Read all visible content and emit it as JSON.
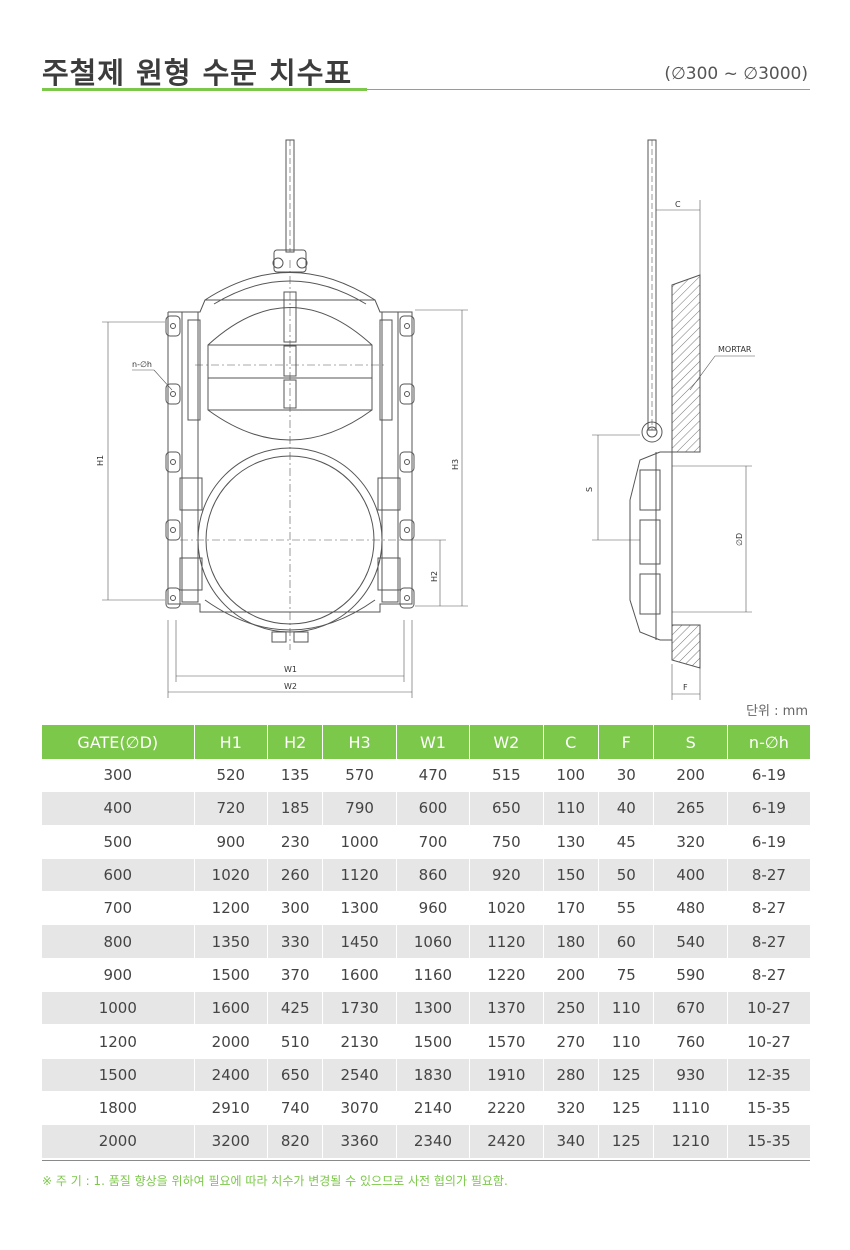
{
  "header": {
    "title": "주철제 원형 수문 치수표",
    "range": "(∅300 ~ ∅3000)"
  },
  "drawing": {
    "front_labels": {
      "nh": "n-∅h",
      "h1": "H1",
      "h2": "H2",
      "h3": "H3",
      "w1": "W1",
      "w2": "W2"
    },
    "side_labels": {
      "c": "C",
      "mortar": "MORTAR",
      "s": "S",
      "d": "∅D",
      "f": "F"
    }
  },
  "unit_label": "단위 : mm",
  "table": {
    "headers": [
      "GATE(∅D)",
      "H1",
      "H2",
      "H3",
      "W1",
      "W2",
      "C",
      "F",
      "S",
      "n-∅h"
    ],
    "rows": [
      [
        "300",
        "520",
        "135",
        "570",
        "470",
        "515",
        "100",
        "30",
        "200",
        "6-19"
      ],
      [
        "400",
        "720",
        "185",
        "790",
        "600",
        "650",
        "110",
        "40",
        "265",
        "6-19"
      ],
      [
        "500",
        "900",
        "230",
        "1000",
        "700",
        "750",
        "130",
        "45",
        "320",
        "6-19"
      ],
      [
        "600",
        "1020",
        "260",
        "1120",
        "860",
        "920",
        "150",
        "50",
        "400",
        "8-27"
      ],
      [
        "700",
        "1200",
        "300",
        "1300",
        "960",
        "1020",
        "170",
        "55",
        "480",
        "8-27"
      ],
      [
        "800",
        "1350",
        "330",
        "1450",
        "1060",
        "1120",
        "180",
        "60",
        "540",
        "8-27"
      ],
      [
        "900",
        "1500",
        "370",
        "1600",
        "1160",
        "1220",
        "200",
        "75",
        "590",
        "8-27"
      ],
      [
        "1000",
        "1600",
        "425",
        "1730",
        "1300",
        "1370",
        "250",
        "110",
        "670",
        "10-27"
      ],
      [
        "1200",
        "2000",
        "510",
        "2130",
        "1500",
        "1570",
        "270",
        "110",
        "760",
        "10-27"
      ],
      [
        "1500",
        "2400",
        "650",
        "2540",
        "1830",
        "1910",
        "280",
        "125",
        "930",
        "12-35"
      ],
      [
        "1800",
        "2910",
        "740",
        "3070",
        "2140",
        "2220",
        "320",
        "125",
        "1110",
        "15-35"
      ],
      [
        "2000",
        "3200",
        "820",
        "3360",
        "2340",
        "2420",
        "340",
        "125",
        "1210",
        "15-35"
      ]
    ]
  },
  "note": "※ 주 기 : 1. 품질 향상을 위하여 필요에 따라 치수가 변경될 수 있으므로 사전 협의가 필요함.",
  "colors": {
    "accent": "#7cc84a",
    "stripe": "#e6e6e6",
    "text": "#444444"
  }
}
